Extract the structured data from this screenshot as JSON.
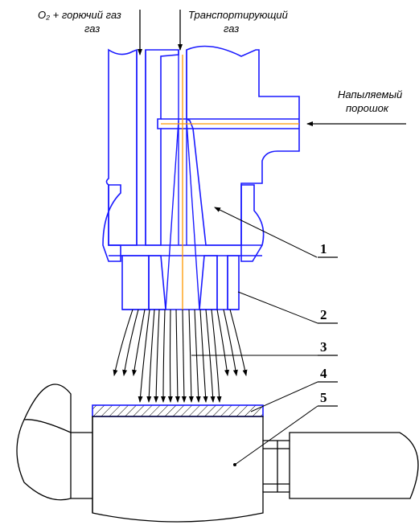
{
  "labels": {
    "gas_in": "O₂ + горючий газ",
    "carrier_gas_line1": "Транспортирующий",
    "carrier_gas_line2": "газ",
    "powder_line1": "Напыляемый",
    "powder_line2": "порошок"
  },
  "callouts": [
    "1",
    "2",
    "3",
    "4",
    "5"
  ],
  "colors": {
    "outline": "#1a1aff",
    "axis": "#ff9900",
    "leader": "#000000"
  }
}
